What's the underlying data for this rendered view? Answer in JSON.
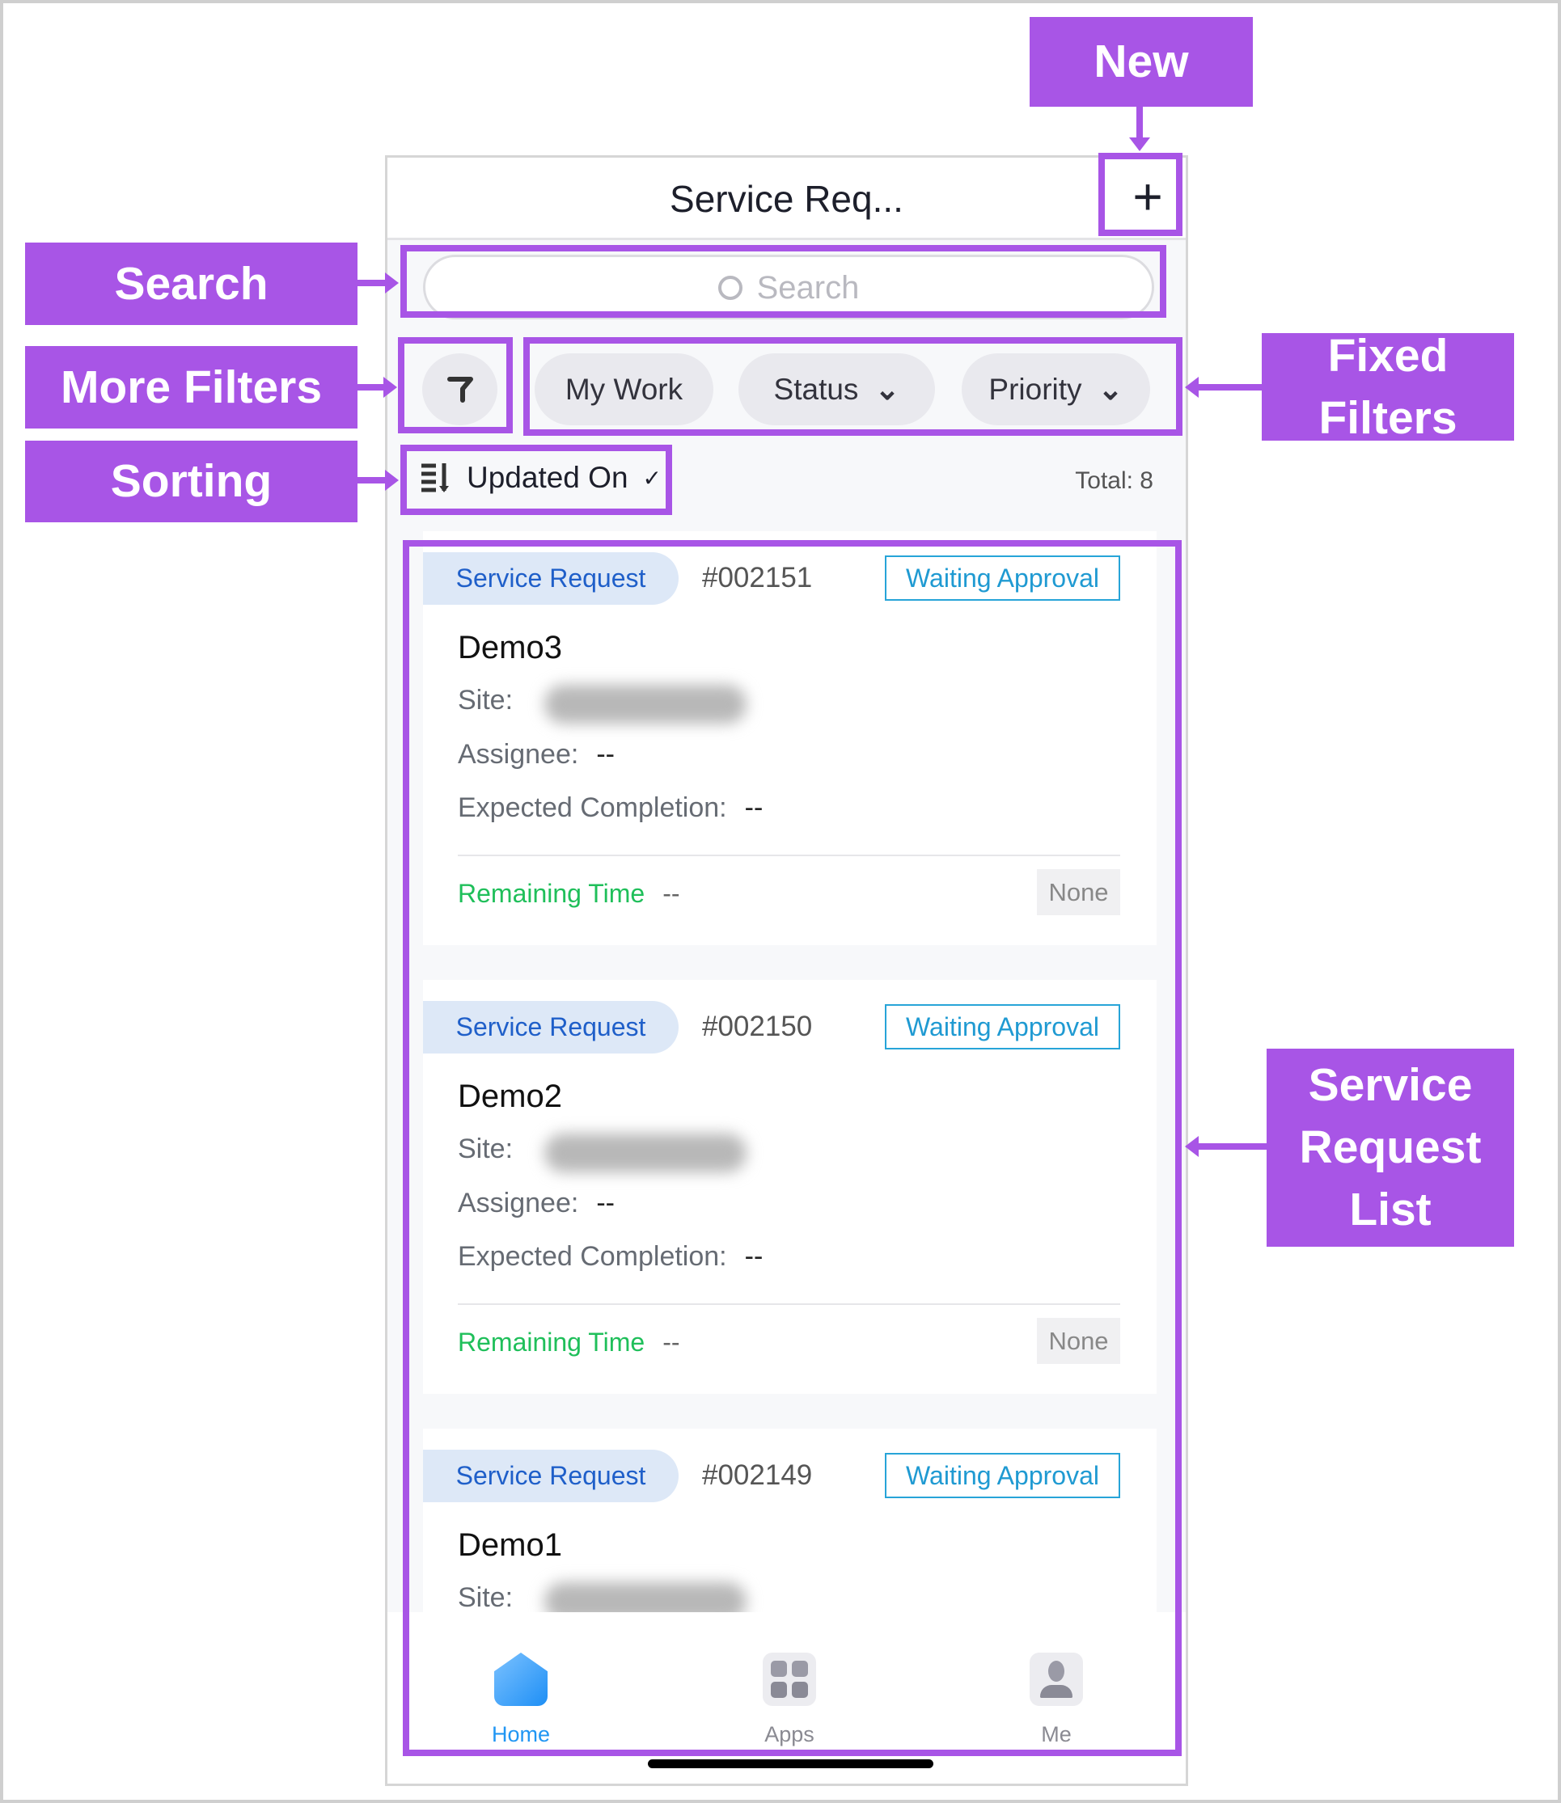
{
  "header": {
    "title": "Service Req..."
  },
  "search": {
    "placeholder": "Search"
  },
  "filters": {
    "chips": [
      "My Work",
      "Status",
      "Priority"
    ]
  },
  "sorting": {
    "label": "Updated On",
    "total": "Total: 8"
  },
  "cards": [
    {
      "type": "Service Request",
      "number": "#002151",
      "status": "Waiting Approval",
      "name": "Demo3",
      "site_label": "Site:",
      "assignee_label": "Assignee:",
      "assignee": "--",
      "expected_label": "Expected Completion:",
      "expected": "--",
      "remaining_label": "Remaining Time",
      "remaining": "--",
      "priority": "None"
    },
    {
      "type": "Service Request",
      "number": "#002150",
      "status": "Waiting Approval",
      "name": "Demo2",
      "site_label": "Site:",
      "assignee_label": "Assignee:",
      "assignee": "--",
      "expected_label": "Expected Completion:",
      "expected": "--",
      "remaining_label": "Remaining Time",
      "remaining": "--",
      "priority": "None"
    },
    {
      "type": "Service Request",
      "number": "#002149",
      "status": "Waiting Approval",
      "name": "Demo1",
      "site_label": "Site:"
    }
  ],
  "nav": [
    {
      "label": "Home",
      "color": "#2196f3"
    },
    {
      "label": "Apps"
    },
    {
      "label": "Me"
    }
  ],
  "annotations": {
    "new": "New",
    "search": "Search",
    "more_filters": "More Filters",
    "sorting": "Sorting",
    "fixed_filters": "Fixed Filters",
    "list": "Service Request List"
  },
  "colors": {
    "annotation": "#a855e6",
    "accent": "#1f5fc9",
    "remaining": "#1fbf5a"
  }
}
